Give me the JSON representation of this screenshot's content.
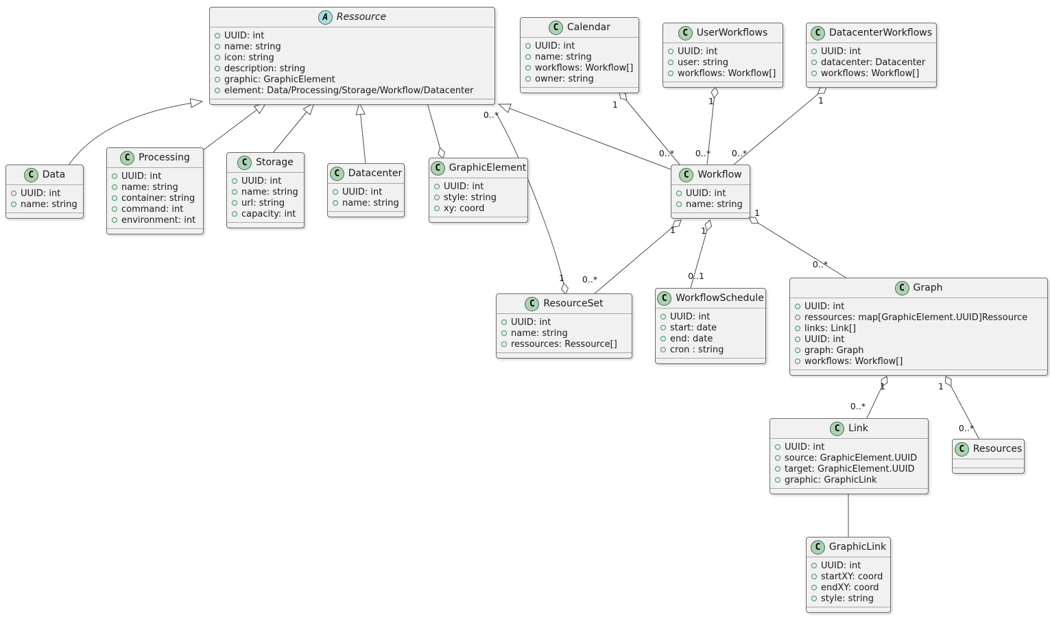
{
  "diagram": {
    "type": "uml-class-diagram",
    "colors": {
      "background": "#FFFFFF",
      "class_fill": "#F1F1F1",
      "class_border": "#6B6B6B",
      "compartment_separator": "#A7A7A7",
      "class_circle_fill": "#ADD1B2",
      "abstract_circle_fill": "#A9DCDF",
      "circle_border": "#3B6E52",
      "field_visibility_dot": "#31945B",
      "edge_color": "#4A4A4A",
      "text_color": "#1A1A1A"
    },
    "classes": [
      {
        "id": "ressource",
        "name": "Ressource",
        "letter": "A",
        "stereotype": "abstract",
        "attributes": [
          "UUID: int",
          "name: string",
          "icon: string",
          "description: string",
          "graphic: GraphicElement",
          "element: Data/Processing/Storage/Workflow/Datacenter"
        ]
      },
      {
        "id": "calendar",
        "name": "Calendar",
        "letter": "C",
        "stereotype": "class",
        "attributes": [
          "UUID: int",
          "name: string",
          "workflows: Workflow[]",
          "owner: string"
        ]
      },
      {
        "id": "userworkflows",
        "name": "UserWorkflows",
        "letter": "C",
        "stereotype": "class",
        "attributes": [
          "UUID: int",
          "user: string",
          "workflows: Workflow[]"
        ]
      },
      {
        "id": "datacenterworkflows",
        "name": "DatacenterWorkflows",
        "letter": "C",
        "stereotype": "class",
        "attributes": [
          "UUID: int",
          "datacenter: Datacenter",
          "workflows: Workflow[]"
        ]
      },
      {
        "id": "data",
        "name": "Data",
        "letter": "C",
        "stereotype": "class",
        "attributes": [
          "UUID: int",
          "name: string"
        ]
      },
      {
        "id": "processing",
        "name": "Processing",
        "letter": "C",
        "stereotype": "class",
        "attributes": [
          "UUID: int",
          "name: string",
          "container: string",
          "command: int",
          "environment: int"
        ]
      },
      {
        "id": "storage",
        "name": "Storage",
        "letter": "C",
        "stereotype": "class",
        "attributes": [
          "UUID: int",
          "name: string",
          "url: string",
          "capacity: int"
        ]
      },
      {
        "id": "datacenter",
        "name": "Datacenter",
        "letter": "C",
        "stereotype": "class",
        "attributes": [
          "UUID: int",
          "name: string"
        ]
      },
      {
        "id": "graphicelement",
        "name": "GraphicElement",
        "letter": "C",
        "stereotype": "class",
        "attributes": [
          "UUID: int",
          "style: string",
          "xy: coord"
        ]
      },
      {
        "id": "workflow",
        "name": "Workflow",
        "letter": "C",
        "stereotype": "class",
        "attributes": [
          "UUID: int",
          "name: string"
        ]
      },
      {
        "id": "resourceset",
        "name": "ResourceSet",
        "letter": "C",
        "stereotype": "class",
        "attributes": [
          "UUID: int",
          "name: string",
          "ressources: Ressource[]"
        ]
      },
      {
        "id": "workflowschedule",
        "name": "WorkflowSchedule",
        "letter": "C",
        "stereotype": "class",
        "attributes": [
          "UUID: int",
          "start: date",
          "end: date",
          "cron : string"
        ]
      },
      {
        "id": "graph",
        "name": "Graph",
        "letter": "C",
        "stereotype": "class",
        "attributes": [
          "UUID: int",
          "ressources: map[GraphicElement.UUID]Ressource",
          "links: Link[]",
          "UUID: int",
          "graph: Graph",
          "workflows: Workflow[]"
        ]
      },
      {
        "id": "link",
        "name": "Link",
        "letter": "C",
        "stereotype": "class",
        "attributes": [
          "UUID: int",
          "source: GraphicElement.UUID",
          "target: GraphicElement.UUID",
          "graphic: GraphicLink"
        ]
      },
      {
        "id": "resources",
        "name": "Resources",
        "letter": "C",
        "stereotype": "class",
        "attributes": []
      },
      {
        "id": "graphiclink",
        "name": "GraphicLink",
        "letter": "C",
        "stereotype": "class",
        "attributes": [
          "UUID: int",
          "startXY: coord",
          "endXY: coord",
          "style: string"
        ]
      }
    ],
    "edges": [
      {
        "id": "data-ressource",
        "kind": "inheritance",
        "from": "Data",
        "to": "Ressource"
      },
      {
        "id": "processing-ressource",
        "kind": "inheritance",
        "from": "Processing",
        "to": "Ressource"
      },
      {
        "id": "storage-ressource",
        "kind": "inheritance",
        "from": "Storage",
        "to": "Ressource"
      },
      {
        "id": "datacenter-ressource",
        "kind": "inheritance",
        "from": "Datacenter",
        "to": "Ressource"
      },
      {
        "id": "workflow-ressource",
        "kind": "inheritance",
        "from": "Workflow",
        "to": "Ressource"
      },
      {
        "id": "ressource-graphicelement",
        "kind": "aggregation",
        "from": "Ressource",
        "to": "GraphicElement",
        "diamond_at": "GraphicElement"
      },
      {
        "id": "resourceset-ressource",
        "kind": "aggregation",
        "from": "ResourceSet",
        "to": "Ressource",
        "diamond_at": "ResourceSet",
        "source_label": "1",
        "target_label": "0..*"
      },
      {
        "id": "calendar-workflow",
        "kind": "aggregation",
        "from": "Calendar",
        "to": "Workflow",
        "diamond_at": "Calendar",
        "source_label": "1",
        "target_label": "0..*"
      },
      {
        "id": "userworkflows-workflow",
        "kind": "aggregation",
        "from": "UserWorkflows",
        "to": "Workflow",
        "diamond_at": "UserWorkflows",
        "source_label": "1",
        "target_label": "0..*"
      },
      {
        "id": "datacenterworkflows-workflow",
        "kind": "aggregation",
        "from": "DatacenterWorkflows",
        "to": "Workflow",
        "diamond_at": "DatacenterWorkflows",
        "source_label": "1",
        "target_label": "0..*"
      },
      {
        "id": "workflow-resourceset",
        "kind": "aggregation",
        "from": "Workflow",
        "to": "ResourceSet",
        "diamond_at": "Workflow",
        "source_label": "1",
        "target_label": "0..*"
      },
      {
        "id": "workflow-workflowschedule",
        "kind": "aggregation",
        "from": "Workflow",
        "to": "WorkflowSchedule",
        "diamond_at": "Workflow",
        "source_label": "1",
        "target_label": "0..1"
      },
      {
        "id": "workflow-graph",
        "kind": "aggregation",
        "from": "Workflow",
        "to": "Graph",
        "diamond_at": "Workflow",
        "source_label": "1",
        "target_label": "0..*"
      },
      {
        "id": "graph-link",
        "kind": "aggregation",
        "from": "Graph",
        "to": "Link",
        "diamond_at": "Graph",
        "source_label": "1",
        "target_label": "0..*"
      },
      {
        "id": "graph-resources",
        "kind": "aggregation",
        "from": "Graph",
        "to": "Resources",
        "diamond_at": "Graph",
        "source_label": "1",
        "target_label": "0..*"
      },
      {
        "id": "link-graphiclink",
        "kind": "association",
        "from": "Link",
        "to": "GraphicLink"
      }
    ]
  }
}
